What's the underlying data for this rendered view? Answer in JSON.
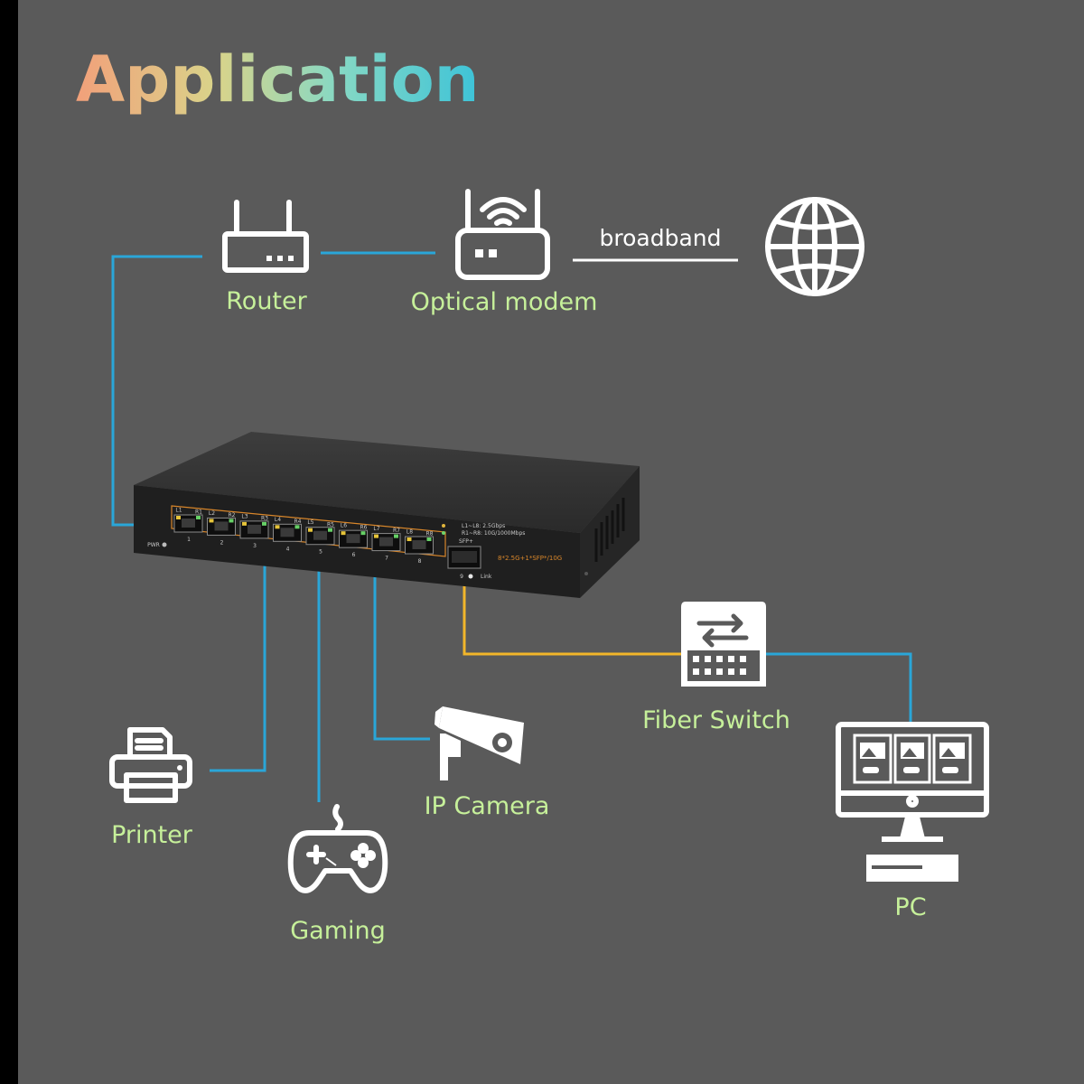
{
  "title": "Application",
  "colors": {
    "background": "#5a5a5a",
    "label": "#c6f09a",
    "ethernet_line": "#2aa6d8",
    "fiber_line": "#f2b62a",
    "title_gradient": [
      "#f2a07a",
      "#d6d68a",
      "#7fd6c6",
      "#3fc4d6"
    ]
  },
  "nodes": {
    "router": {
      "label": "Router",
      "icon": "router-icon"
    },
    "modem": {
      "label": "Optical modem",
      "icon": "optical-modem-icon"
    },
    "internet": {
      "icon": "globe-icon"
    },
    "printer": {
      "label": "Printer",
      "icon": "printer-icon"
    },
    "gaming": {
      "label": "Gaming",
      "icon": "gamepad-icon"
    },
    "camera": {
      "label": "IP Camera",
      "icon": "cctv-camera-icon"
    },
    "fiber_switch": {
      "label": "Fiber Switch",
      "icon": "fiber-switch-icon"
    },
    "pc": {
      "label": "PC",
      "icon": "desktop-pc-icon"
    }
  },
  "links": {
    "broadband": "broadband"
  },
  "device": {
    "legend_top": "L1~L8: 2.5Gbps",
    "legend_bottom": "R1~R8: 10G/1000Mbps",
    "model": "8*2.5G+1*SFP*/10G",
    "pwr": "PWR",
    "sfp": "SFP+",
    "link": "Link",
    "sfp_number": "9",
    "leds": [
      "L1",
      "R1",
      "L2",
      "R2",
      "L3",
      "R3",
      "L4",
      "R4",
      "L5",
      "R5",
      "L6",
      "R6",
      "L7",
      "R7",
      "L8",
      "R8"
    ],
    "ports": [
      "1",
      "2",
      "3",
      "4",
      "5",
      "6",
      "7",
      "8"
    ]
  }
}
